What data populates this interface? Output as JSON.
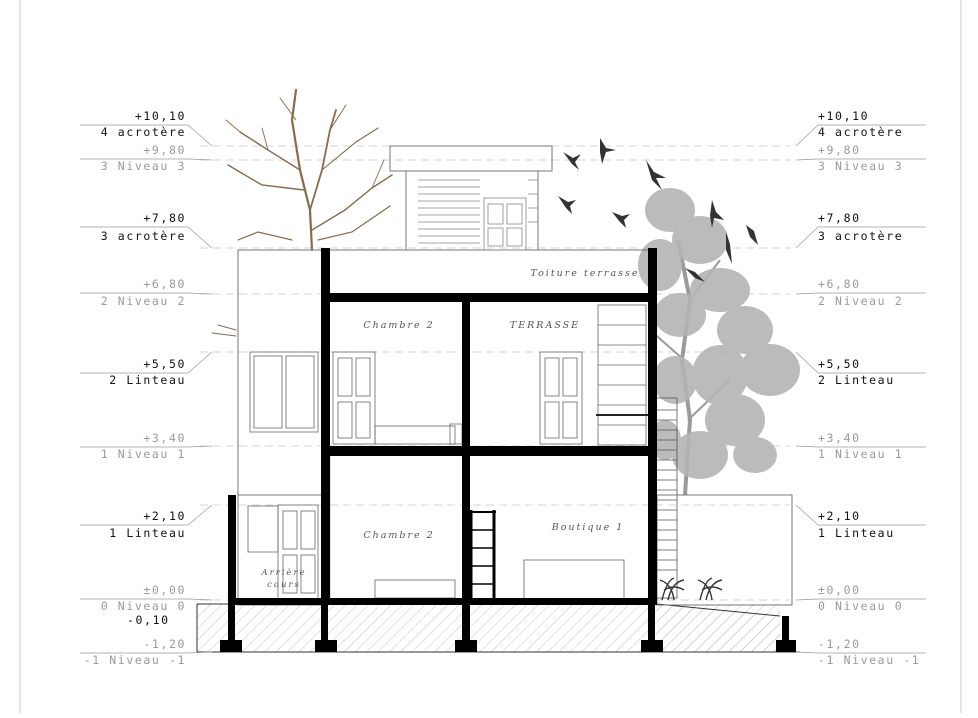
{
  "colors": {
    "ink": "#000000",
    "dark_label": "#111111",
    "light_label": "#9a9a9a",
    "tree_green": "#a9a9a9",
    "tree_brown": "#8a6a4a",
    "bird": "#333333",
    "hatch": "#b0b0b0"
  },
  "levels": [
    {
      "elevation": "+10,10",
      "name": "4 acrotère",
      "tone": "dark"
    },
    {
      "elevation": "+9,80",
      "name": "3 Niveau 3",
      "tone": "light"
    },
    {
      "elevation": "+7,80",
      "name": "3 acrotère",
      "tone": "dark"
    },
    {
      "elevation": "+6,80",
      "name": "2 Niveau 2",
      "tone": "light"
    },
    {
      "elevation": "+5,50",
      "name": "2 Linteau",
      "tone": "dark"
    },
    {
      "elevation": "+3,40",
      "name": "1 Niveau 1",
      "tone": "light"
    },
    {
      "elevation": "+2,10",
      "name": "1 Linteau",
      "tone": "dark"
    },
    {
      "elevation": "±0,00",
      "name": "0 Niveau 0",
      "tone": "light"
    },
    {
      "elevation": "-1,20",
      "name": "-1 Niveau -1",
      "tone": "light"
    }
  ],
  "extra_elevation": "-0,10",
  "rooms": {
    "toiture": "Toiture terrasse",
    "chambre_upper": "Chambre 2",
    "terrasse": "TERRASSE",
    "chambre_lower": "Chambre 2",
    "boutique": "Boutique 1",
    "arriere_line1": "Arrière",
    "arriere_line2": "cours"
  },
  "icons": {
    "tree_left": "bare-tree-icon",
    "tree_right": "leafy-tree-icon",
    "birds": "bird-icon",
    "shrubs": "shrub-icon"
  }
}
